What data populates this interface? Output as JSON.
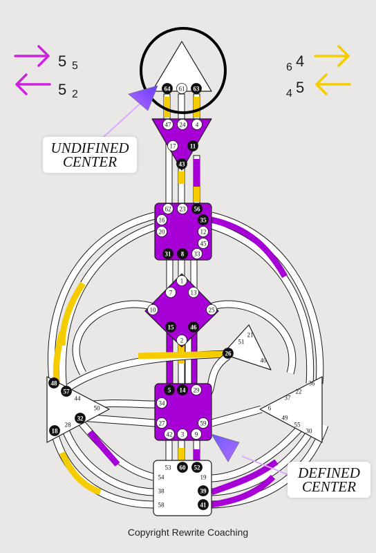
{
  "colors": {
    "defined": "#a600d6",
    "design": "#f5cc00",
    "white": "#ffffff",
    "stroke": "#1a1a1a"
  },
  "arrows": {
    "left": [
      {
        "direction": "right",
        "color": "#cc22dd",
        "big": "5",
        "small": "5"
      },
      {
        "direction": "left",
        "color": "#cc22dd",
        "big": "5",
        "small": "2"
      }
    ],
    "right": [
      {
        "direction": "right",
        "color": "#f5cc00",
        "big": "4",
        "small": "6"
      },
      {
        "direction": "left",
        "color": "#f5cc00",
        "big": "5",
        "small": "4"
      }
    ]
  },
  "callouts": {
    "undefined": {
      "line1": "UNDIFINED",
      "line2": "CENTER"
    },
    "defined": {
      "line1": "DEFINED",
      "line2": "CENTER"
    }
  },
  "centers": {
    "head": {
      "defined": false,
      "gates": [
        {
          "n": "64",
          "style": "black"
        },
        {
          "n": "61",
          "style": "white"
        },
        {
          "n": "63",
          "style": "black"
        }
      ]
    },
    "ajna": {
      "defined": true,
      "gates": [
        {
          "n": "47",
          "style": "white"
        },
        {
          "n": "24",
          "style": "white"
        },
        {
          "n": "4",
          "style": "white"
        },
        {
          "n": "17",
          "style": "white"
        },
        {
          "n": "11",
          "style": "black"
        },
        {
          "n": "43",
          "style": "black"
        }
      ]
    },
    "throat": {
      "defined": true,
      "gates": [
        {
          "n": "62",
          "style": "white"
        },
        {
          "n": "23",
          "style": "white"
        },
        {
          "n": "56",
          "style": "black"
        },
        {
          "n": "16",
          "style": "white"
        },
        {
          "n": "35",
          "style": "black"
        },
        {
          "n": "20",
          "style": "white"
        },
        {
          "n": "12",
          "style": "white"
        },
        {
          "n": "45",
          "style": "white"
        },
        {
          "n": "31",
          "style": "black"
        },
        {
          "n": "8",
          "style": "black"
        },
        {
          "n": "33",
          "style": "white"
        }
      ]
    },
    "g": {
      "defined": true,
      "gates": [
        {
          "n": "1",
          "style": "white"
        },
        {
          "n": "7",
          "style": "white"
        },
        {
          "n": "13",
          "style": "white"
        },
        {
          "n": "10",
          "style": "white"
        },
        {
          "n": "25",
          "style": "white"
        },
        {
          "n": "15",
          "style": "black"
        },
        {
          "n": "46",
          "style": "black"
        },
        {
          "n": "2",
          "style": "white"
        }
      ]
    },
    "ego": {
      "defined": false,
      "gates": [
        {
          "n": "21",
          "style": "plain"
        },
        {
          "n": "51",
          "style": "plain"
        },
        {
          "n": "26",
          "style": "black"
        },
        {
          "n": "40",
          "style": "plain"
        }
      ]
    },
    "sacral": {
      "defined": true,
      "gates": [
        {
          "n": "5",
          "style": "black"
        },
        {
          "n": "14",
          "style": "black"
        },
        {
          "n": "29",
          "style": "white"
        },
        {
          "n": "34",
          "style": "white"
        },
        {
          "n": "27",
          "style": "white"
        },
        {
          "n": "59",
          "style": "white"
        },
        {
          "n": "42",
          "style": "white"
        },
        {
          "n": "3",
          "style": "white"
        },
        {
          "n": "9",
          "style": "white"
        }
      ]
    },
    "spleen": {
      "defined": false,
      "gates": [
        {
          "n": "48",
          "style": "black"
        },
        {
          "n": "57",
          "style": "black"
        },
        {
          "n": "44",
          "style": "plain"
        },
        {
          "n": "50",
          "style": "plain"
        },
        {
          "n": "32",
          "style": "black"
        },
        {
          "n": "28",
          "style": "plain"
        },
        {
          "n": "18",
          "style": "black"
        }
      ]
    },
    "solar": {
      "defined": false,
      "gates": [
        {
          "n": "36",
          "style": "plain"
        },
        {
          "n": "22",
          "style": "plain"
        },
        {
          "n": "37",
          "style": "plain"
        },
        {
          "n": "6",
          "style": "plain"
        },
        {
          "n": "49",
          "style": "plain"
        },
        {
          "n": "55",
          "style": "plain"
        },
        {
          "n": "30",
          "style": "plain"
        }
      ]
    },
    "root": {
      "defined": false,
      "gates": [
        {
          "n": "53",
          "style": "plain"
        },
        {
          "n": "60",
          "style": "black"
        },
        {
          "n": "52",
          "style": "black"
        },
        {
          "n": "54",
          "style": "plain"
        },
        {
          "n": "19",
          "style": "plain"
        },
        {
          "n": "38",
          "style": "plain"
        },
        {
          "n": "39",
          "style": "black"
        },
        {
          "n": "58",
          "style": "plain"
        },
        {
          "n": "41",
          "style": "black"
        }
      ]
    }
  },
  "footer": {
    "copyright": "Copyright Rewrite Coaching"
  }
}
